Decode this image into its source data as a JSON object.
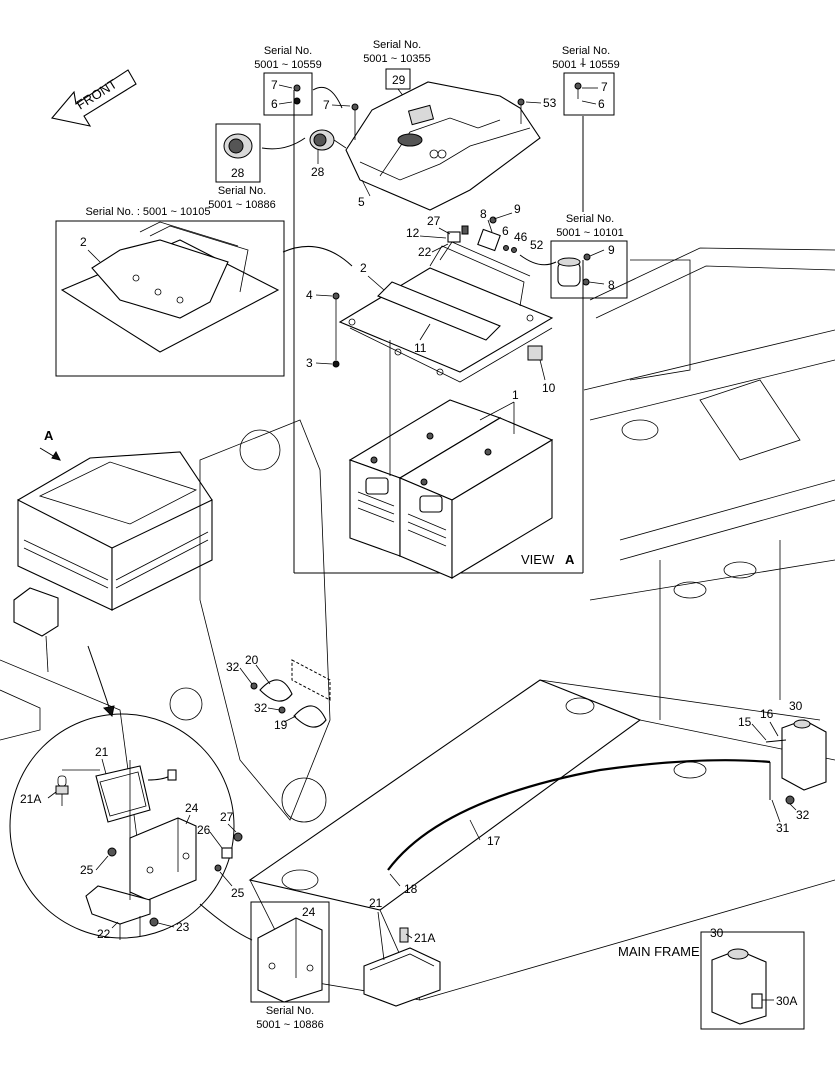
{
  "front_arrow_label": "FRONT",
  "view_label": "VIEW",
  "view_letter": "A",
  "direction_marker": "A",
  "main_frame_label": "MAIN FRAME",
  "serial_boxes": {
    "top_left": {
      "line1": "Serial No.",
      "line2": "5001 ~ 10559",
      "parts": [
        "7",
        "6"
      ]
    },
    "top_center": {
      "line1": "Serial No.",
      "line2": "5001 ~ 10355",
      "part": "29"
    },
    "top_right": {
      "line1": "Serial No.",
      "line2": "5001 ~ 10559",
      "parts": [
        "7",
        "6"
      ]
    },
    "switch": {
      "line1": "Serial No.",
      "line2": "5001 ~ 10886",
      "part": "28"
    },
    "cover_old": {
      "line1": "Serial No. : 5001 ~ 10105",
      "part": "2"
    },
    "relay": {
      "line1": "Serial No.",
      "line2": "5001 ~ 10101",
      "parts": [
        "9",
        "8"
      ]
    },
    "bracket": {
      "line1": "Serial No.",
      "line2": "5001 ~ 10886",
      "part": "24"
    },
    "tank": {
      "part": "30",
      "sub": "30A"
    }
  },
  "callouts": {
    "c7a": "7",
    "c53": "53",
    "c28": "28",
    "c5": "5",
    "c27": "27",
    "c12": "12",
    "c22": "22",
    "c8": "8",
    "c9": "9",
    "c6": "6",
    "c46": "46",
    "c52": "52",
    "c2": "2",
    "c4": "4",
    "c3": "3",
    "c11": "11",
    "c10": "10",
    "c1": "1",
    "c32a": "32",
    "c20": "20",
    "c32b": "32",
    "c19": "19",
    "c21": "21",
    "c21A": "21A",
    "c24": "24",
    "c27b": "27",
    "c26": "26",
    "c25a": "25",
    "c25b": "25",
    "c22b": "22",
    "c23": "23",
    "c30": "30",
    "c15": "15",
    "c16": "16",
    "c32c": "32",
    "c31": "31",
    "c17": "17",
    "c18": "18",
    "c21b": "21",
    "c21Ab": "21A"
  }
}
